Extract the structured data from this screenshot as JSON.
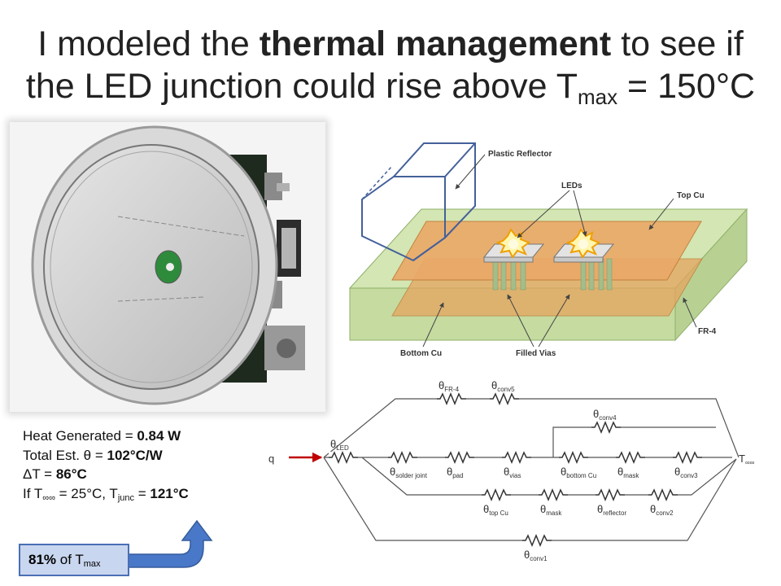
{
  "title": {
    "prefix": "I modeled the ",
    "bold": "thermal management",
    "mid": " to see if",
    "line2_prefix": "the LED junction could rise above T",
    "line2_sub": "max",
    "line2_suffix": " = 150°C"
  },
  "stats": {
    "heat_label": "Heat Generated = ",
    "heat_value": "0.84 W",
    "theta_label": "Total Est. θ = ",
    "theta_value": "102°C/W",
    "dt_label": "ΔT = ",
    "dt_value": "86°C",
    "if_prefix": "If T",
    "if_sub1": "∞∞",
    "if_mid": " = 25°C, T",
    "if_sub2": "junc",
    "if_eq": " = ",
    "if_value": "121°C"
  },
  "badge": {
    "pct": "81%",
    "text": " of T",
    "sub": "max"
  },
  "diagram_labels": {
    "plastic_reflector": "Plastic Reflector",
    "leds": "LEDs",
    "top_cu": "Top Cu",
    "fr4": "FR-4",
    "bottom_cu": "Bottom Cu",
    "filled_vias": "Filled Vias"
  },
  "circuit": {
    "q": "q",
    "t_inf": "T",
    "t_inf_sub": "∞∞",
    "resistors": [
      {
        "main": "θ",
        "sub": "FR-4"
      },
      {
        "main": "θ",
        "sub": "conv5"
      },
      {
        "main": "θ",
        "sub": "conv4"
      },
      {
        "main": "θ",
        "sub": "LED"
      },
      {
        "main": "θ",
        "sub": "solder joint"
      },
      {
        "main": "θ",
        "sub": "pad"
      },
      {
        "main": "θ",
        "sub": "vias"
      },
      {
        "main": "θ",
        "sub": "bottom  Cu"
      },
      {
        "main": "θ",
        "sub": "mask"
      },
      {
        "main": "θ",
        "sub": "conv3"
      },
      {
        "main": "θ",
        "sub": "top  Cu"
      },
      {
        "main": "θ",
        "sub": "mask"
      },
      {
        "main": "θ",
        "sub": "reflector"
      },
      {
        "main": "θ",
        "sub": "conv2"
      },
      {
        "main": "θ",
        "sub": "conv1"
      }
    ]
  },
  "colors": {
    "fr4": "#c5dba0",
    "copper": "#eba867",
    "arrow": "#c00000",
    "badge_fill": "#c9d6ef",
    "badge_border": "#4a6fb5"
  }
}
